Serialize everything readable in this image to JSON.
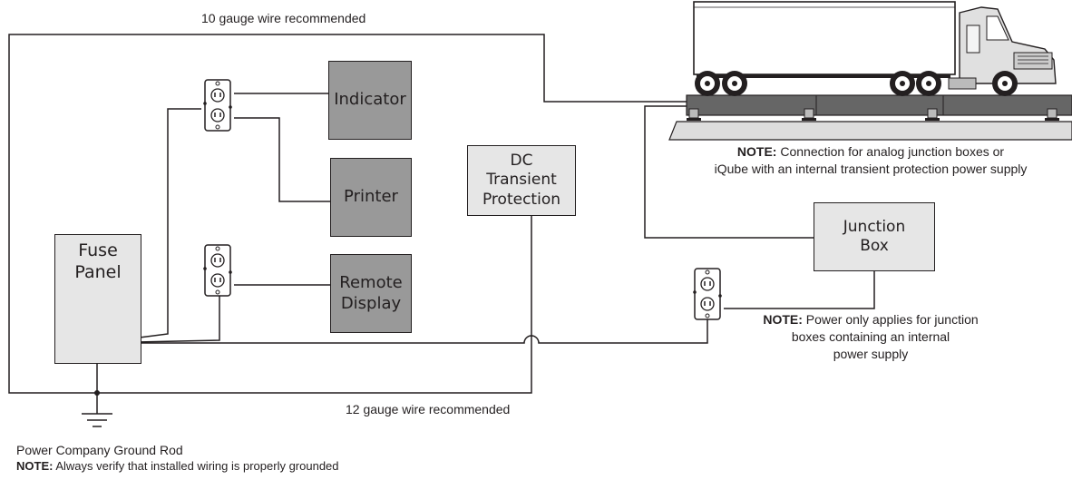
{
  "wire_labels": {
    "top": "10 gauge wire recommended",
    "bottom": "12 gauge wire recommended"
  },
  "components": {
    "indicator": "Indicator",
    "printer": "Printer",
    "remote_display_line1": "Remote",
    "remote_display_line2": "Display",
    "dc_line1": "DC",
    "dc_line2": "Transient",
    "dc_line3": "Protection",
    "fuse_line1": "Fuse",
    "fuse_line2": "Panel",
    "junction_line1": "Junction",
    "junction_line2": "Box"
  },
  "notes": {
    "prefix": "NOTE:",
    "analog_line1": "Connection for analog junction boxes or",
    "analog_line2": "iQube with an internal transient protection power supply",
    "power_line1": "Power only applies for junction",
    "power_line2": "boxes containing an internal",
    "power_line3": "power supply",
    "ground_rod": "Power Company Ground Rod",
    "ground_verify": "Always verify that installed wiring is properly grounded"
  },
  "icons": [
    "duplex-outlet-icon",
    "ground-symbol-icon",
    "semi-truck-icon",
    "truck-scale-icon"
  ],
  "colors": {
    "wire": "#231f20",
    "component_dark": "#999999",
    "component_light": "#e6e6e6"
  }
}
